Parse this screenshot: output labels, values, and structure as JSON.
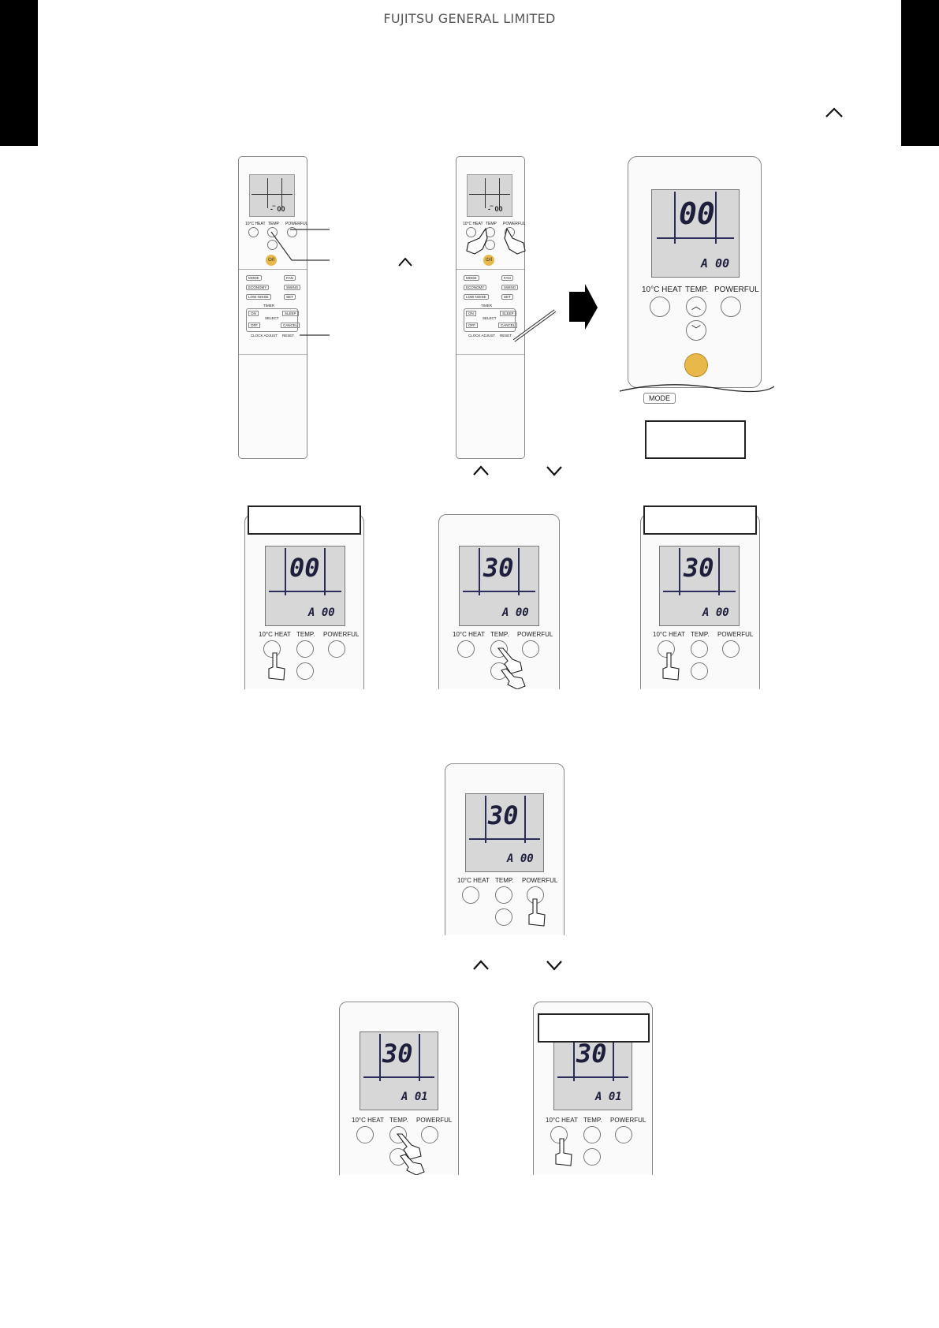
{
  "header": {
    "company": "FUJITSU GENERAL LIMITED"
  },
  "remote_small": {
    "btn_heat": "10°C HEAT",
    "btn_temp": "TEMP",
    "btn_powerful": "POWERFUL",
    "btn_onoff": "⏻/I",
    "btn_mode": "MODE",
    "btn_fan": "FAN",
    "btn_economy": "ECONOMY",
    "btn_swing": "SWING",
    "btn_low_noise": "LOW NOISE",
    "btn_set": "SET",
    "timer_title": "TIMER",
    "btn_on": "ON",
    "btn_off": "OFF",
    "btn_sleep": "SLEEP",
    "btn_cancel": "CANCEL",
    "btn_select": "SELECT",
    "btn_clock_adjust": "CLOCK ADJUST",
    "btn_reset": "RESET"
  },
  "remote_large": {
    "btn_heat": "10°C HEAT",
    "btn_temp": "TEMP.",
    "btn_powerful": "POWERFUL",
    "btn_mode": "MODE"
  },
  "displays": {
    "step1": {
      "main": "00",
      "sub": "A 00"
    },
    "step2a": {
      "main": "00",
      "sub": "A 00"
    },
    "step2b": {
      "main": "30",
      "sub": "A 00"
    },
    "step2c": {
      "main": "30",
      "sub": "A 00"
    },
    "step3": {
      "main": "30",
      "sub": "A 00"
    },
    "step4a": {
      "main": "30",
      "sub": "A 01"
    },
    "step4b": {
      "main": "30",
      "sub": "A 01"
    }
  },
  "colors": {
    "onoff_button": "#e8b84a",
    "lcd": "#d7d7d7",
    "lcd_line": "#2a2d5a"
  }
}
